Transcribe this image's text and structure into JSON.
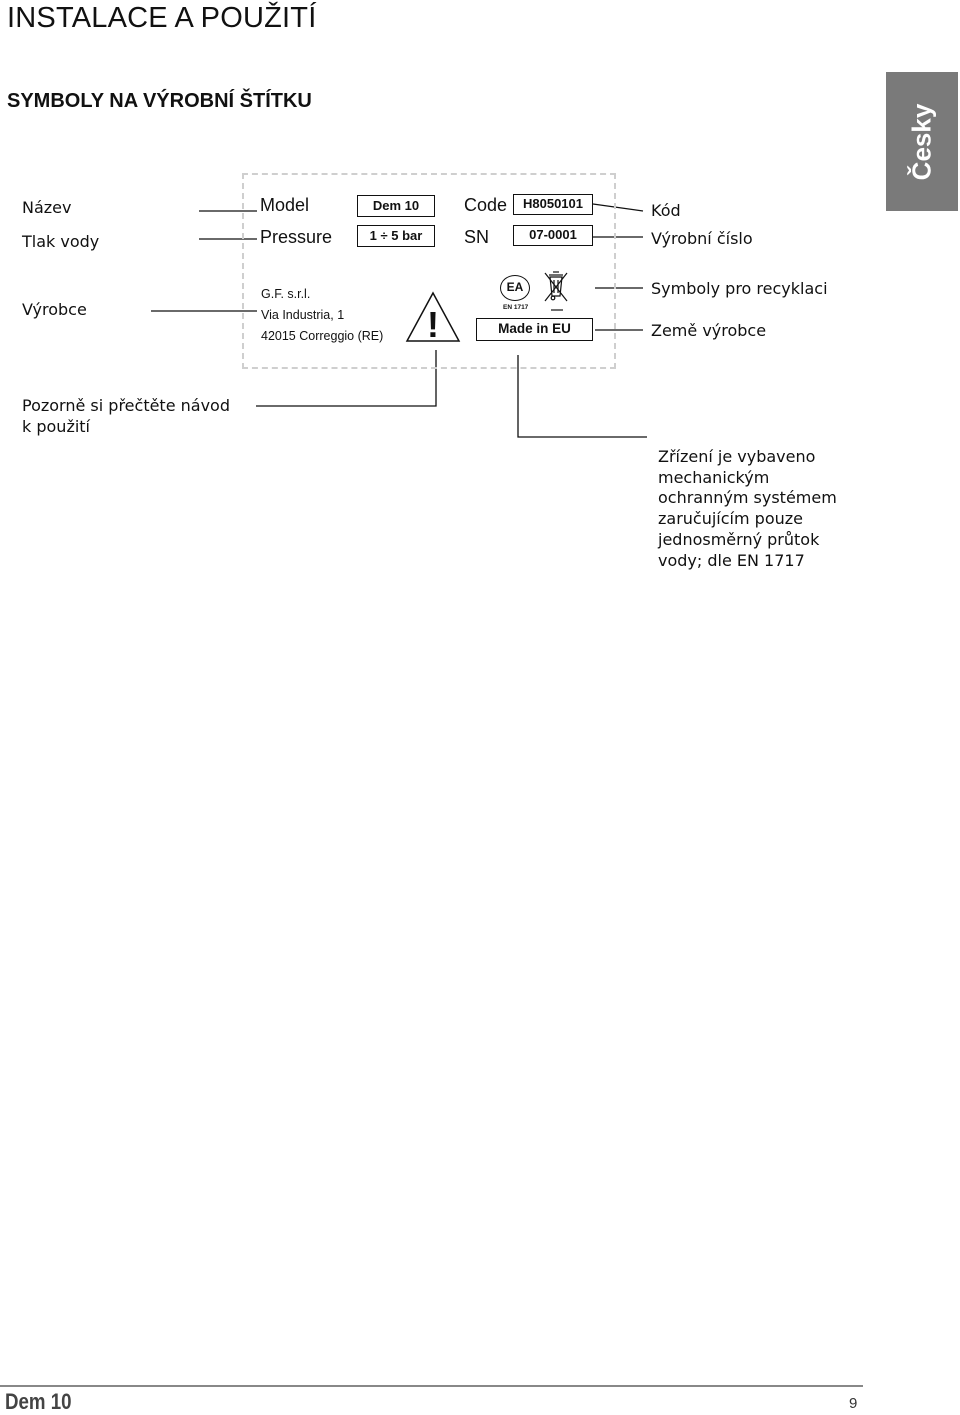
{
  "header": {
    "title": "INSTALACE A POUŽITÍ",
    "subtitle": "SYMBOLY NA VÝROBNÍ ŠTÍTKU",
    "language_tab": "Česky"
  },
  "callouts": {
    "name": "Název",
    "water_pressure": "Tlak vody",
    "manufacturer": "Výrobce",
    "code": "Kód",
    "serial_number": "Výrobní číslo",
    "recycling_symbols": "Symboly pro recyklaci",
    "country_of_origin": "Země výrobce",
    "read_manual_line1": "Pozorně si přečtěte návod",
    "read_manual_line2": "k použití",
    "backflow_description": [
      "Zřízení je vybaveno",
      "mechanickým",
      "ochranným systémem",
      "zaručujícím pouze",
      "jednosměrný průtok",
      "vody; dle EN 1717"
    ]
  },
  "plate": {
    "model_label": "Model",
    "model_value": "Dem 10",
    "pressure_label": "Pressure",
    "pressure_value": "1 ÷ 5 bar",
    "code_label": "Code",
    "code_value": "H8050101",
    "sn_label": "SN",
    "sn_value": "07-0001",
    "manufacturer_name": "G.F. s.r.l.",
    "manufacturer_street": "Via Industria, 1",
    "manufacturer_city": "42015 Correggio (RE)",
    "warning_symbol": "!",
    "ea_mark": "EA",
    "en_mark": "EN 1717",
    "made_in": "Made in EU",
    "icons": [
      "warning-triangle-icon",
      "ea-mark-icon",
      "crossed-bin-icon"
    ]
  },
  "footer": {
    "product": "Dem 10",
    "page_number": "9"
  },
  "colors": {
    "language_tab_bg": "#7a7a7a",
    "plate_border": "#cfcfcf"
  }
}
